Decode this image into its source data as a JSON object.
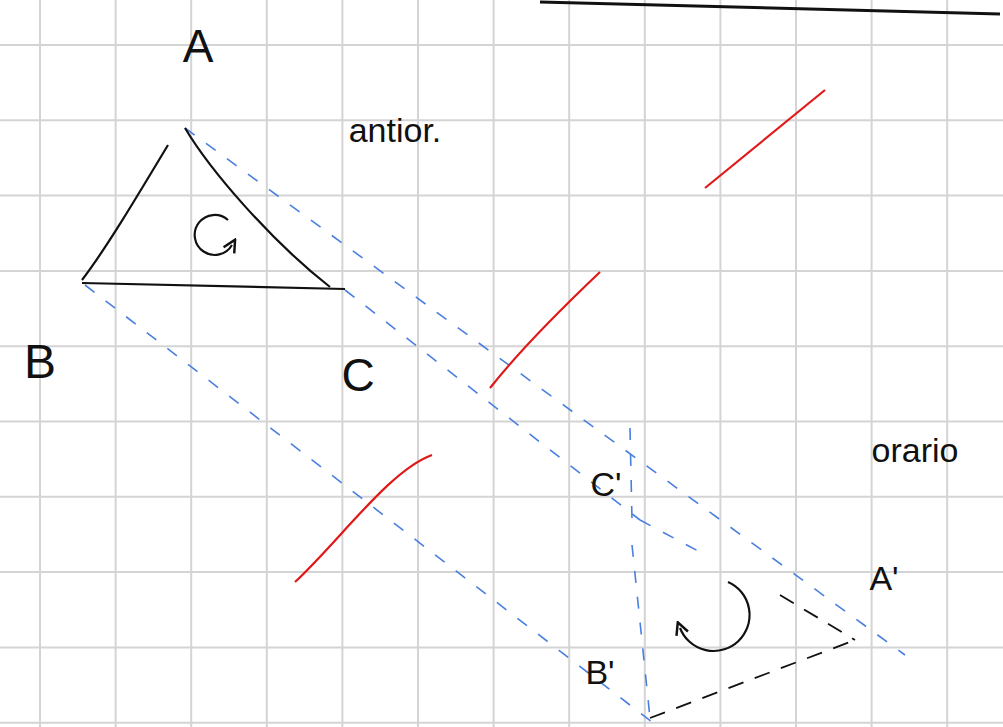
{
  "diagram": {
    "labels": [
      "A",
      "B",
      "C",
      "antior.",
      "orario",
      "C'",
      "A'",
      "B'"
    ]
  }
}
